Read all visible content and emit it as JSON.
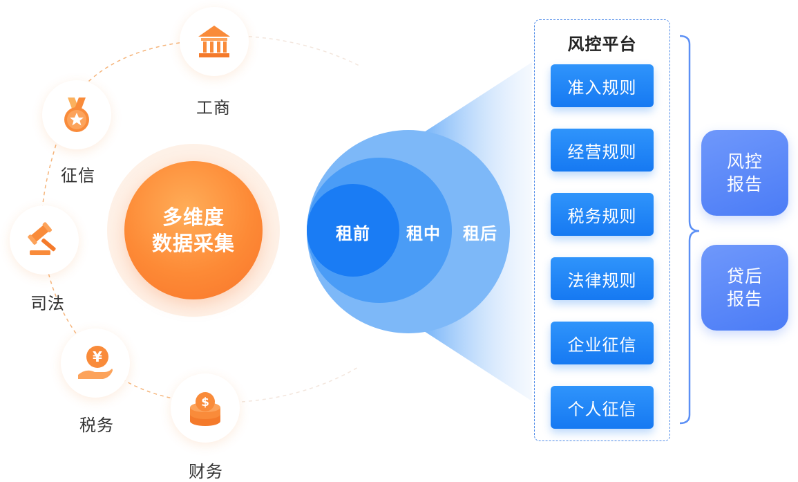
{
  "sources": [
    {
      "label": "工商",
      "icon": "bank-icon"
    },
    {
      "label": "征信",
      "icon": "medal-icon"
    },
    {
      "label": "司法",
      "icon": "gavel-icon"
    },
    {
      "label": "税务",
      "icon": "yuan-hand-icon"
    },
    {
      "label": "财务",
      "icon": "coin-stack-icon"
    }
  ],
  "core": {
    "line1": "多维度",
    "line2": "数据采集"
  },
  "stages": {
    "inner": "租前",
    "mid": "租中",
    "outer": "租后"
  },
  "platform": {
    "title": "风控平台",
    "rules": [
      "准入规则",
      "经营规则",
      "税务规则",
      "法律规则",
      "企业征信",
      "个人征信"
    ]
  },
  "reports": [
    {
      "line1": "风控",
      "line2": "报告"
    },
    {
      "line1": "贷后",
      "line2": "报告"
    }
  ],
  "colors": {
    "orange": "#fd8a36",
    "blue": "#1679f2",
    "report_blue": "#4b7cf6"
  }
}
